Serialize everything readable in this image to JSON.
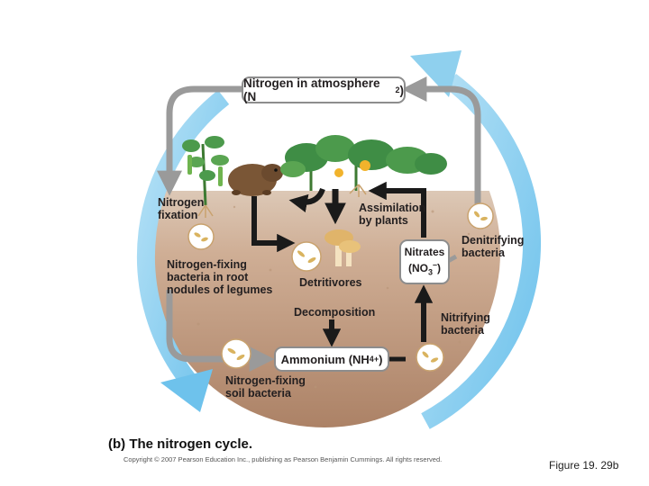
{
  "labels": {
    "atmosphere_main": "Nitrogen in atmosphere (N",
    "atmosphere_sub": "2",
    "atmosphere_close": ")",
    "nitrogen_fixation": "Nitrogen\nfixation",
    "assimilation": "Assimilation\nby plants",
    "root_nodule_bacteria": "Nitrogen-fixing\nbacteria in root\nnodules of legumes",
    "detritivores": "Detritivores",
    "nitrates_line1": "Nitrates",
    "nitrates_formula": "(NO",
    "nitrates_sub": "3",
    "nitrates_sup": "–",
    "nitrates_close": ")",
    "denitrifying": "Denitrifying\nbacteria",
    "decomposition": "Decomposition",
    "nitrifying": "Nitrifying\nbacteria",
    "ammonium_main": "Ammonium (NH",
    "ammonium_sub": "4",
    "ammonium_sup": "+",
    "ammonium_close": ")",
    "soil_bacteria": "Nitrogen-fixing\nsoil bacteria"
  },
  "caption": "(b) The nitrogen cycle.",
  "copyright": "Copyright © 2007 Pearson Education Inc., publishing as Pearson Benjamin Cummings. All rights reserved.",
  "figure_label": "Figure 19. 29b",
  "colors": {
    "outer_cycle_arrow": "#8fd0ee",
    "soil": "#c6a288",
    "inner_arrows": "#9a9a9a",
    "black_arrows": "#1a1a1a",
    "leaves": "#4c9a4c"
  }
}
